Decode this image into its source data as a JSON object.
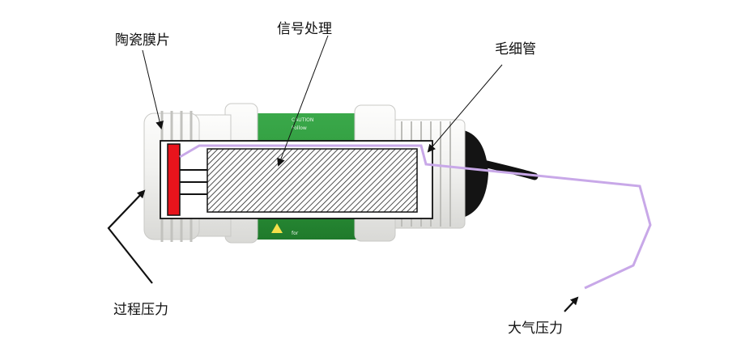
{
  "labels": {
    "ceramic_diaphragm": "陶瓷膜片",
    "signal_processing": "信号处理",
    "capillary_tube": "毛细管",
    "process_pressure": "过程压力",
    "atmospheric_pressure": "大气压力"
  },
  "colors": {
    "sensor_red": "#e8141c",
    "capillary_purple": "#c8a8e8",
    "sensor_green": "#2e9a3c",
    "housing_white": "#f3f3f1"
  }
}
